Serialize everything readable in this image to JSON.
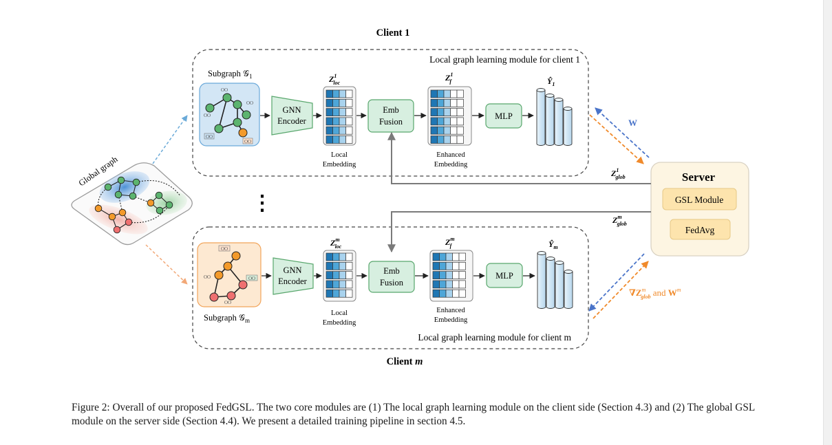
{
  "figure": {
    "client1": {
      "title": "Client 1",
      "module_label": "Local graph learning module for client 1",
      "subgraph_label": "Subgraph 𝒢",
      "subgraph_sub": "1",
      "encoder_line1": "GNN",
      "encoder_line2": "Encoder",
      "zloc_main": "Z",
      "zloc_sup": "1",
      "zloc_sub": "loc",
      "local_emb_line1": "Local",
      "local_emb_line2": "Embedding",
      "fusion_line1": "Emb",
      "fusion_line2": "Fusion",
      "zf_main": "Z",
      "zf_sup": "1",
      "zf_sub": "f",
      "enh_line1": "Enhanced",
      "enh_line2": "Embedding",
      "mlp": "MLP",
      "yhat_main": "Ŷ",
      "yhat_sub": "1"
    },
    "clientm": {
      "title_main": "Client ",
      "title_italic": "m",
      "module_label": "Local graph learning module for client m",
      "subgraph_label": "Subgraph 𝒢",
      "subgraph_sub": "m",
      "encoder_line1": "GNN",
      "encoder_line2": "Encoder",
      "zloc_main": "Z",
      "zloc_sup": "m",
      "zloc_sub": "loc",
      "local_emb_line1": "Local",
      "local_emb_line2": "Embedding",
      "fusion_line1": "Emb",
      "fusion_line2": "Fusion",
      "zf_main": "Z",
      "zf_sup": "m",
      "zf_sub": "f",
      "enh_line1": "Enhanced",
      "enh_line2": "Embedding",
      "mlp": "MLP",
      "yhat_main": "Ŷ",
      "yhat_sub": "m"
    },
    "global_graph_label": "Global graph",
    "ellipsis": "⋮",
    "server": {
      "title": "Server",
      "gsl_module": "GSL Module",
      "fedavg": "FedAvg"
    },
    "w_label": "W",
    "zglob1_main": "Z",
    "zglob1_sup": "1",
    "zglob1_sub": "glob",
    "zglobm_main": "Z",
    "zglobm_sup": "m",
    "zglobm_sub": "glob",
    "grad_main": "∇Z",
    "grad_sup": "m",
    "grad_sub": "glob",
    "grad_and": " and ",
    "grad_w": "W",
    "grad_w_sup": "m",
    "node_badge": "OO",
    "colors": {
      "blue_region": "#d3e6f5",
      "orange_region": "#fde9d2",
      "green_node": "#5cb46f",
      "orange_node": "#f39a2b",
      "red_node": "#ef7070",
      "emb_dark": "#1f77b4",
      "emb_mid": "#4ea6d8",
      "emb_light": "#a9d3ee",
      "gnn_fill": "#d7efe0",
      "fusion_fill": "#d7efe0",
      "server_fill": "#fdf5e2",
      "server_btn": "#fde4ad",
      "arrow_blue": "#4a74c9",
      "arrow_orange": "#f08a2b"
    }
  },
  "caption": "Figure 2: Overall of our proposed FedGSL. The two core modules are (1) The local graph learning module on the client side (Section 4.3) and (2) The global GSL module on the server side (Section 4.4). We present a detailed training pipeline in section 4.5."
}
